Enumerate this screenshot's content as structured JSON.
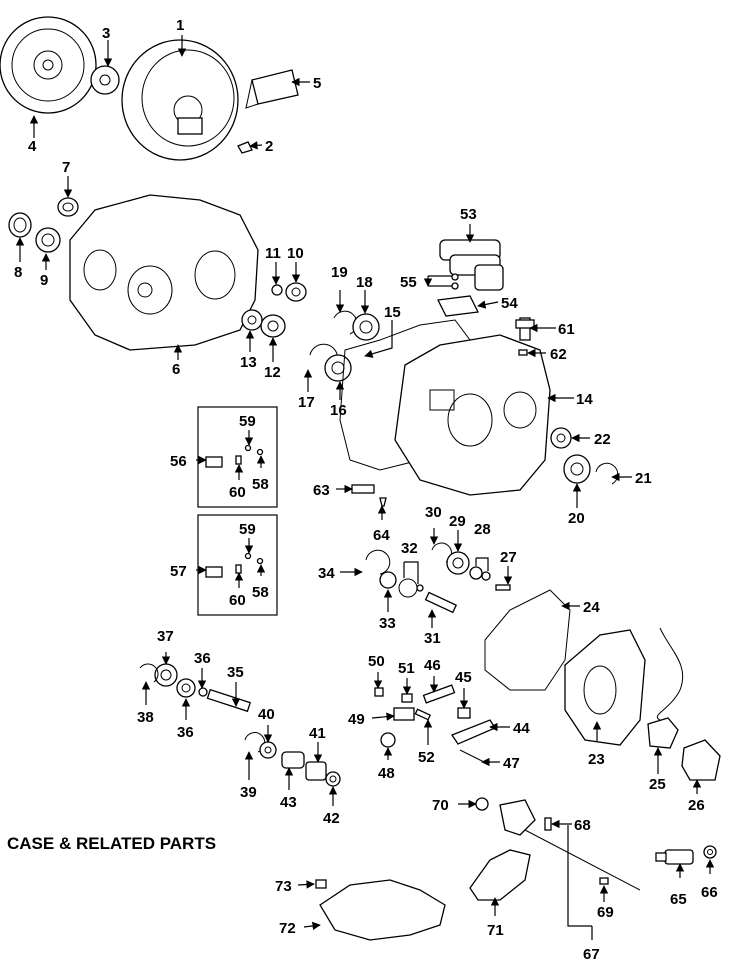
{
  "diagram_title": "CASE & RELATED PARTS",
  "callouts": {
    "c1": "1",
    "c2": "2",
    "c3": "3",
    "c4": "4",
    "c5": "5",
    "c6": "6",
    "c7": "7",
    "c8": "8",
    "c9": "9",
    "c10": "10",
    "c11": "11",
    "c12": "12",
    "c13": "13",
    "c14": "14",
    "c15": "15",
    "c16": "16",
    "c17": "17",
    "c18": "18",
    "c19": "19",
    "c20": "20",
    "c21": "21",
    "c22": "22",
    "c23": "23",
    "c24": "24",
    "c25": "25",
    "c26": "26",
    "c27": "27",
    "c28": "28",
    "c29": "29",
    "c30": "30",
    "c31": "31",
    "c32": "32",
    "c33": "33",
    "c34": "34",
    "c35": "35",
    "c36a": "36",
    "c36b": "36",
    "c37": "37",
    "c38": "38",
    "c39": "39",
    "c40": "40",
    "c41": "41",
    "c42": "42",
    "c43": "43",
    "c44": "44",
    "c45": "45",
    "c46": "46",
    "c47": "47",
    "c48": "48",
    "c49": "49",
    "c50": "50",
    "c51": "51",
    "c52": "52",
    "c53": "53",
    "c54": "54",
    "c55": "55",
    "c56": "56",
    "c57": "57",
    "c58a": "58",
    "c58b": "58",
    "c59a": "59",
    "c59b": "59",
    "c60a": "60",
    "c60b": "60",
    "c61": "61",
    "c62": "62",
    "c63": "63",
    "c64": "64",
    "c65": "65",
    "c66": "66",
    "c67": "67",
    "c68": "68",
    "c69": "69",
    "c70": "70",
    "c71": "71",
    "c72": "72",
    "c73": "73"
  }
}
